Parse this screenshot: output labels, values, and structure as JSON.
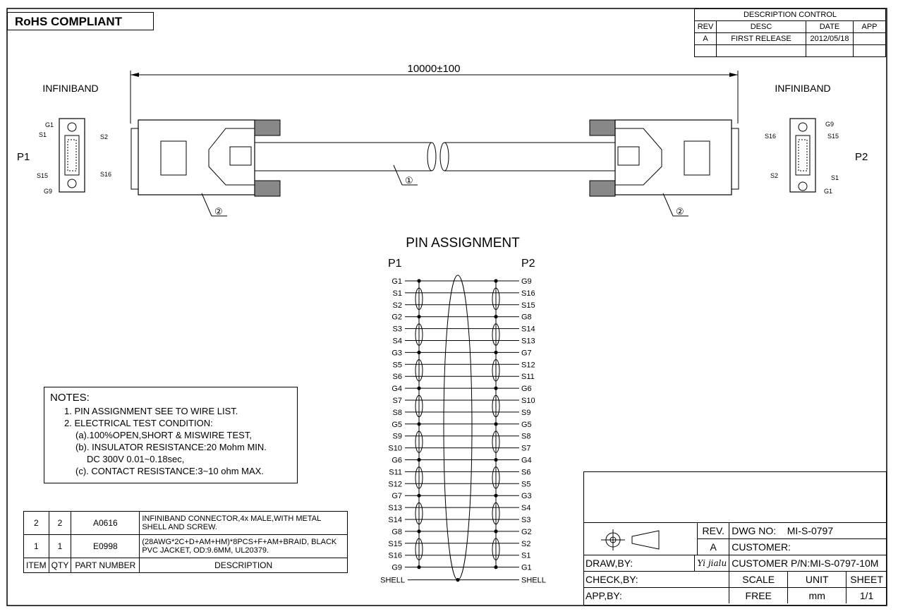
{
  "rohs": "RoHS COMPLIANT",
  "description_control": {
    "title": "DESCRIPTION  CONTROL",
    "headers": [
      "REV",
      "DESC",
      "DATE",
      "APP"
    ],
    "row": [
      "A",
      "FIRST RELEASE",
      "2012/05/18",
      ""
    ]
  },
  "drawing": {
    "length": "10000±100",
    "left_label": "INFINIBAND",
    "right_label": "INFINIBAND",
    "p1": "P1",
    "p2": "P2",
    "left_pins": [
      "G1",
      "S1",
      "S2",
      "S15",
      "S16",
      "G9"
    ],
    "right_pins": [
      "G9",
      "S16",
      "S15",
      "S2",
      "S1",
      "G1"
    ],
    "callouts": [
      "②",
      "①",
      "②"
    ]
  },
  "pin_assignment": {
    "title": "PIN ASSIGNMENT",
    "p1": "P1",
    "p2": "P2",
    "left": [
      "G1",
      "S1",
      "S2",
      "G2",
      "S3",
      "S4",
      "G3",
      "S5",
      "S6",
      "G4",
      "S7",
      "S8",
      "G5",
      "S9",
      "S10",
      "G6",
      "S11",
      "S12",
      "G7",
      "S13",
      "S14",
      "G8",
      "S15",
      "S16",
      "G9",
      "SHELL"
    ],
    "right": [
      "G9",
      "S16",
      "S15",
      "G8",
      "S14",
      "S13",
      "G7",
      "S12",
      "S11",
      "G6",
      "S10",
      "S9",
      "G5",
      "S8",
      "S7",
      "G4",
      "S6",
      "S5",
      "G3",
      "S4",
      "S3",
      "G2",
      "S2",
      "S1",
      "G1",
      "SHELL"
    ]
  },
  "notes": {
    "title": "NOTES:",
    "lines": [
      "1. PIN ASSIGNMENT SEE TO WIRE LIST.",
      "2. ELECTRICAL TEST CONDITION:",
      "(a).100%OPEN,SHORT & MISWIRE TEST,",
      "(b). INSULATOR RESISTANCE:20 Mohm MIN.",
      "DC 300V 0.01~0.18sec,",
      "(c). CONTACT RESISTANCE:3~10 ohm MAX."
    ]
  },
  "bom": {
    "rows": [
      {
        "item": "2",
        "qty": "2",
        "part": "A0616",
        "desc": "INFINIBAND CONNECTOR,4x MALE,WITH METAL SHELL AND SCREW."
      },
      {
        "item": "1",
        "qty": "1",
        "part": "E0998",
        "desc": "(28AWG*2C+D+AM+HM)*8PCS+F+AM+BRAID, BLACK PVC JACKET, OD:9.6MM, UL20379."
      }
    ],
    "headers": {
      "item": "ITEM",
      "qty": "QTY",
      "part": "PART NUMBER",
      "desc": "DESCRIPTION"
    }
  },
  "title_block": {
    "rev_label": "REV.",
    "rev": "A",
    "dwg_no_label": "DWG NO:",
    "dwg_no": "MI-S-0797",
    "customer_label": "CUSTOMER:",
    "customer_pn_label": "CUSTOMER P/N:",
    "customer_pn": "MI-S-0797-10M",
    "draw_by_label": "DRAW,BY:",
    "draw_by": "Yi jialu",
    "check_by_label": "CHECK,BY:",
    "app_by_label": "APP,BY:",
    "scale_label": "SCALE",
    "scale": "FREE",
    "unit_label": "UNIT",
    "unit": "mm",
    "sheet_label": "SHEET",
    "sheet": "1/1"
  }
}
